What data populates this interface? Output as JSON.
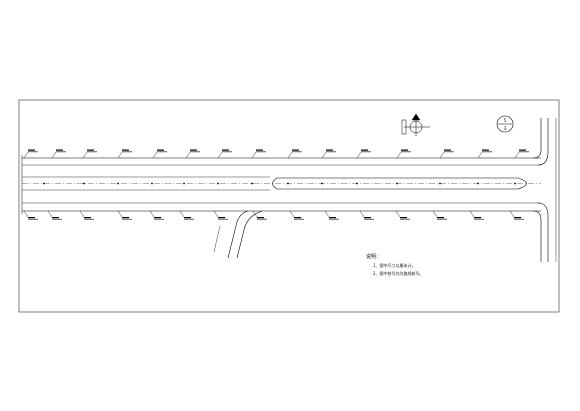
{
  "drawing": {
    "line_color": "#000000",
    "background": "#ffffff"
  },
  "sheet_number": {
    "top": "5",
    "bottom": "3"
  },
  "north_arrow": {
    "icon": "north-arrow-icon"
  },
  "notes": {
    "title": "说明：",
    "items": [
      "1、图中尺寸以厘米计。",
      "2、图中桩号均为路线桩号。"
    ]
  }
}
